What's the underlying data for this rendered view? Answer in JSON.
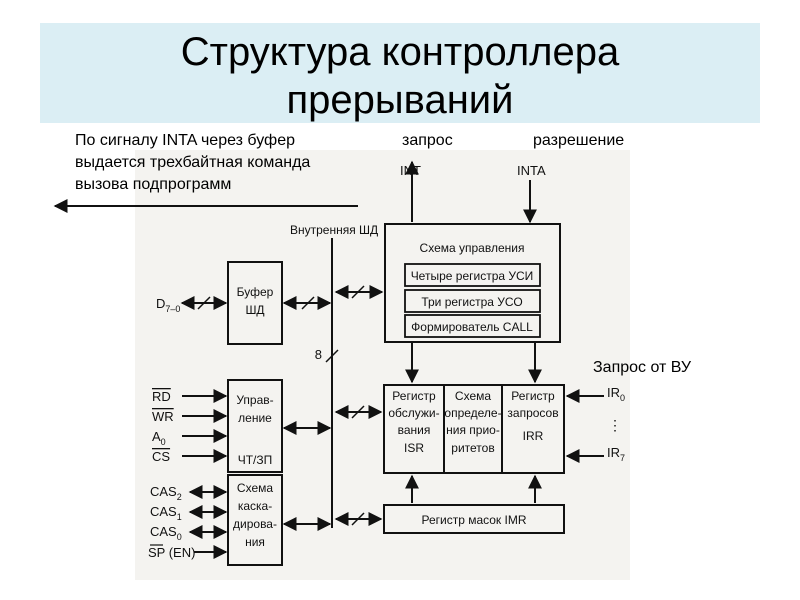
{
  "slide": {
    "title_line1": "Структура контроллера",
    "title_line2": "прерываний"
  },
  "captions": {
    "inta_note_line1": "По сигналу INTA  через буфер",
    "inta_note_line2": "выдается трехбайтная команда",
    "inta_note_line3": "вызова подпрограмм",
    "request": "запрос",
    "permission": "разрешение",
    "external_request": "Запрос от ВУ"
  },
  "diagram": {
    "int_label": "INT",
    "inta_label": "INTA",
    "internal_bus": "Внутренняя ШД",
    "bus_width": "8",
    "buffer": {
      "line1": "Буфер",
      "line2": "ШД"
    },
    "data_pin": {
      "base": "D",
      "sub": "7–0"
    },
    "control": {
      "title": "Схема управления",
      "reg_usi": "Четыре регистра УСИ",
      "reg_uso": "Три регистра УСО",
      "call_former": "Формирователь CALL"
    },
    "isr": {
      "line1": "Регистр",
      "line2": "обслужи-",
      "line3": "вания",
      "line4": "ISR"
    },
    "priority": {
      "line1": "Схема",
      "line2": "определе-",
      "line3": "ния прио-",
      "line4": "ритетов"
    },
    "irr": {
      "line1": "Регистр",
      "line2": "запросов",
      "line3": "IRR"
    },
    "imr": "Регистр масок IMR",
    "rw_control": {
      "line1": "Управ-",
      "line2": "ление",
      "line3": "ЧТ/ЗП"
    },
    "cascade": {
      "line1": "Схема",
      "line2": "каска-",
      "line3": "дирова-",
      "line4": "ния"
    },
    "ir0": {
      "base": "IR",
      "sub": "0"
    },
    "ir7": {
      "base": "IR",
      "sub": "7"
    },
    "ir_dots": "⋮",
    "pins_left": [
      "RD",
      "WR",
      "A",
      "CS"
    ],
    "pin_a_sub": "0",
    "cas": [
      {
        "base": "CAS",
        "sub": "2"
      },
      {
        "base": "CAS",
        "sub": "1"
      },
      {
        "base": "CAS",
        "sub": "0"
      }
    ],
    "sp_en": "SP (EN)"
  }
}
